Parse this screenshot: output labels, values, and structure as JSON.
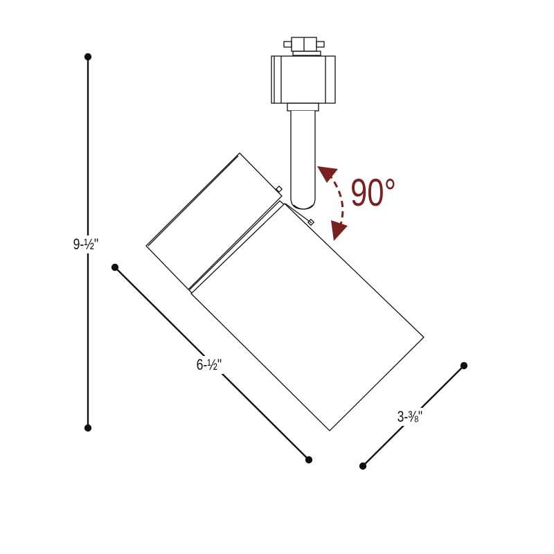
{
  "dimensions": {
    "height": "9-½\"",
    "length": "6-½\"",
    "diameter": "3-⅜\""
  },
  "rotation": {
    "label": "90°",
    "color": "#7b2020"
  },
  "line_color": "#111111"
}
